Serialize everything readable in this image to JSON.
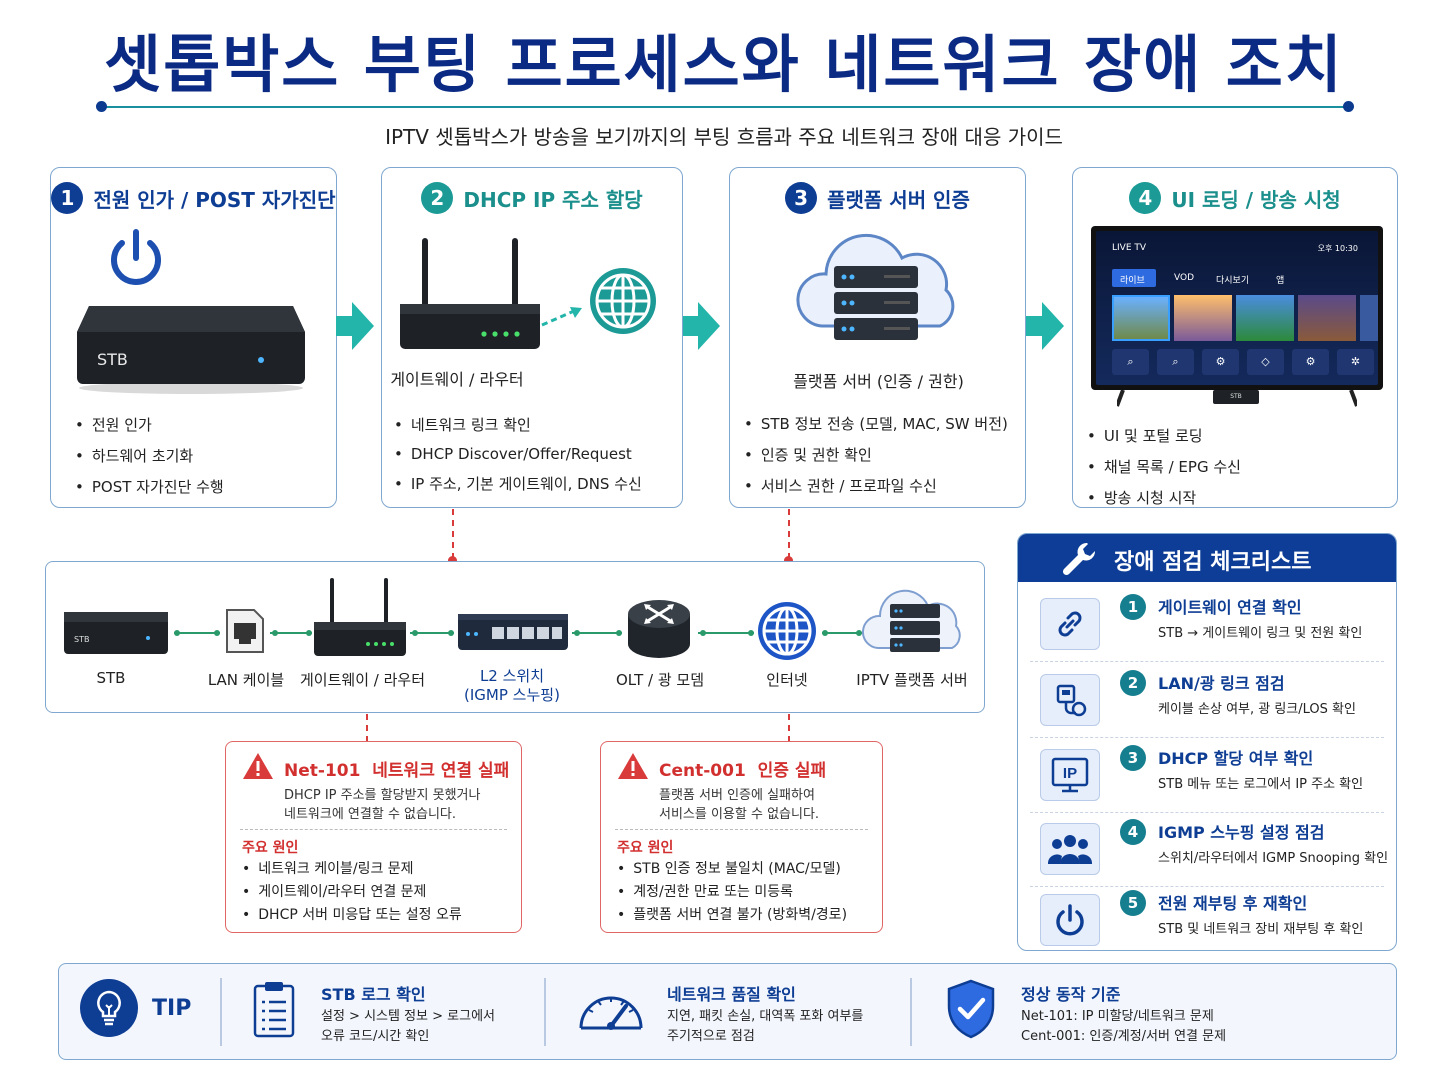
{
  "title": "셋톱박스 부팅 프로세스와 네트워크 장애 조치",
  "subtitle": "IPTV 셋톱박스가 방송을 보기까지의 부팅 흐름과 주요 네트워크 장애 대응 가이드",
  "steps": [
    {
      "num": "1",
      "title": "전원 인가 / POST 자가진단",
      "device_label": "STB",
      "caption": "",
      "bullets": [
        "전원 인가",
        "하드웨어 초기화",
        "POST 자가진단 수행"
      ]
    },
    {
      "num": "2",
      "title": "DHCP IP 주소 할당",
      "caption": "게이트웨이 / 라우터",
      "bullets": [
        "네트워크 링크 확인",
        "DHCP Discover/Offer/Request",
        "IP 주소, 기본 게이트웨이, DNS 수신"
      ]
    },
    {
      "num": "3",
      "title": "플랫폼 서버 인증",
      "caption": "플랫폼 서버 (인증 / 권한)",
      "bullets": [
        "STB 정보 전송 (모델, MAC, SW 버전)",
        "인증 및 권한 확인",
        "서비스 권한 / 프로파일 수신"
      ]
    },
    {
      "num": "4",
      "title": "UI 로딩 / 방송 시청",
      "caption": "",
      "bullets": [
        "UI 및 포털 로딩",
        "채널 목록 / EPG 수신",
        "방송 시청 시작"
      ],
      "tv": {
        "live": "LIVE TV",
        "time": "오후 10:30",
        "tabs": [
          "라이브",
          "VOD",
          "다시보기",
          "앱"
        ],
        "stand_label": "STB"
      }
    }
  ],
  "chain": [
    {
      "label": "STB",
      "device_label": "STB"
    },
    {
      "label": "LAN 케이블"
    },
    {
      "label": "게이트웨이 / 라우터"
    },
    {
      "label": "L2 스위치",
      "sub": "(IGMP 스누핑)"
    },
    {
      "label": "OLT / 광 모뎀"
    },
    {
      "label": "인터넷"
    },
    {
      "label": "IPTV 플랫폼 서버"
    }
  ],
  "errors": [
    {
      "code": "Net-101",
      "name": "네트워크 연결 실패",
      "desc": [
        "DHCP IP 주소를 할당받지 못했거나",
        "네트워크에 연결할 수 없습니다."
      ],
      "cause_title": "주요 원인",
      "causes": [
        "네트워크 케이블/링크 문제",
        "게이트웨이/라우터 연결 문제",
        "DHCP 서버 미응답 또는 설정 오류"
      ]
    },
    {
      "code": "Cent-001",
      "name": "인증 실패",
      "desc": [
        "플랫폼 서버 인증에 실패하여",
        "서비스를 이용할 수 없습니다."
      ],
      "cause_title": "주요 원인",
      "causes": [
        "STB 인증 정보 불일치 (MAC/모델)",
        "계정/권한 만료 또는 미등록",
        "플랫폼 서버 연결 불가 (방화벽/경로)"
      ]
    }
  ],
  "checklist": {
    "title": "장애 점검 체크리스트",
    "items": [
      {
        "num": "1",
        "title": "게이트웨이 연결 확인",
        "desc": "STB → 게이트웨이 링크 및 전원 확인",
        "icon": "link-icon"
      },
      {
        "num": "2",
        "title": "LAN/광 링크 점검",
        "desc": "케이블 손상 여부, 광 링크/LOS 확인",
        "icon": "cable-icon"
      },
      {
        "num": "3",
        "title": "DHCP 할당 여부 확인",
        "desc": "STB 메뉴 또는 로그에서 IP 주소 확인",
        "icon": "ip-monitor-icon",
        "icon_text": "IP"
      },
      {
        "num": "4",
        "title": "IGMP 스누핑 설정 점검",
        "desc": "스위치/라우터에서 IGMP Snooping 확인",
        "icon": "group-icon"
      },
      {
        "num": "5",
        "title": "전원 재부팅 후 재확인",
        "desc": "STB 및 네트워크 장비 재부팅 후 확인",
        "icon": "power-icon"
      }
    ]
  },
  "tips": {
    "label": "TIP",
    "items": [
      {
        "title": "STB 로그 확인",
        "lines": [
          "설정 > 시스템 정보 > 로그에서",
          "오류 코드/시간 확인"
        ],
        "icon": "clipboard-icon"
      },
      {
        "title": "네트워크 품질 확인",
        "lines": [
          "지연, 패킷 손실, 대역폭 포화 여부를",
          "주기적으로 점검"
        ],
        "icon": "gauge-icon"
      },
      {
        "title": "정상 동작 기준",
        "lines": [
          "Net-101: IP 미할당/네트워크 문제",
          "Cent-001: 인증/계정/서버 연결 문제"
        ],
        "icon": "shield-check-icon"
      }
    ]
  },
  "colors": {
    "navy": "#0e3d94",
    "teal": "#1b9a96",
    "arrow": "#23b5aa",
    "error_red": "#d22f2f",
    "card_border": "#7fa7cf"
  }
}
